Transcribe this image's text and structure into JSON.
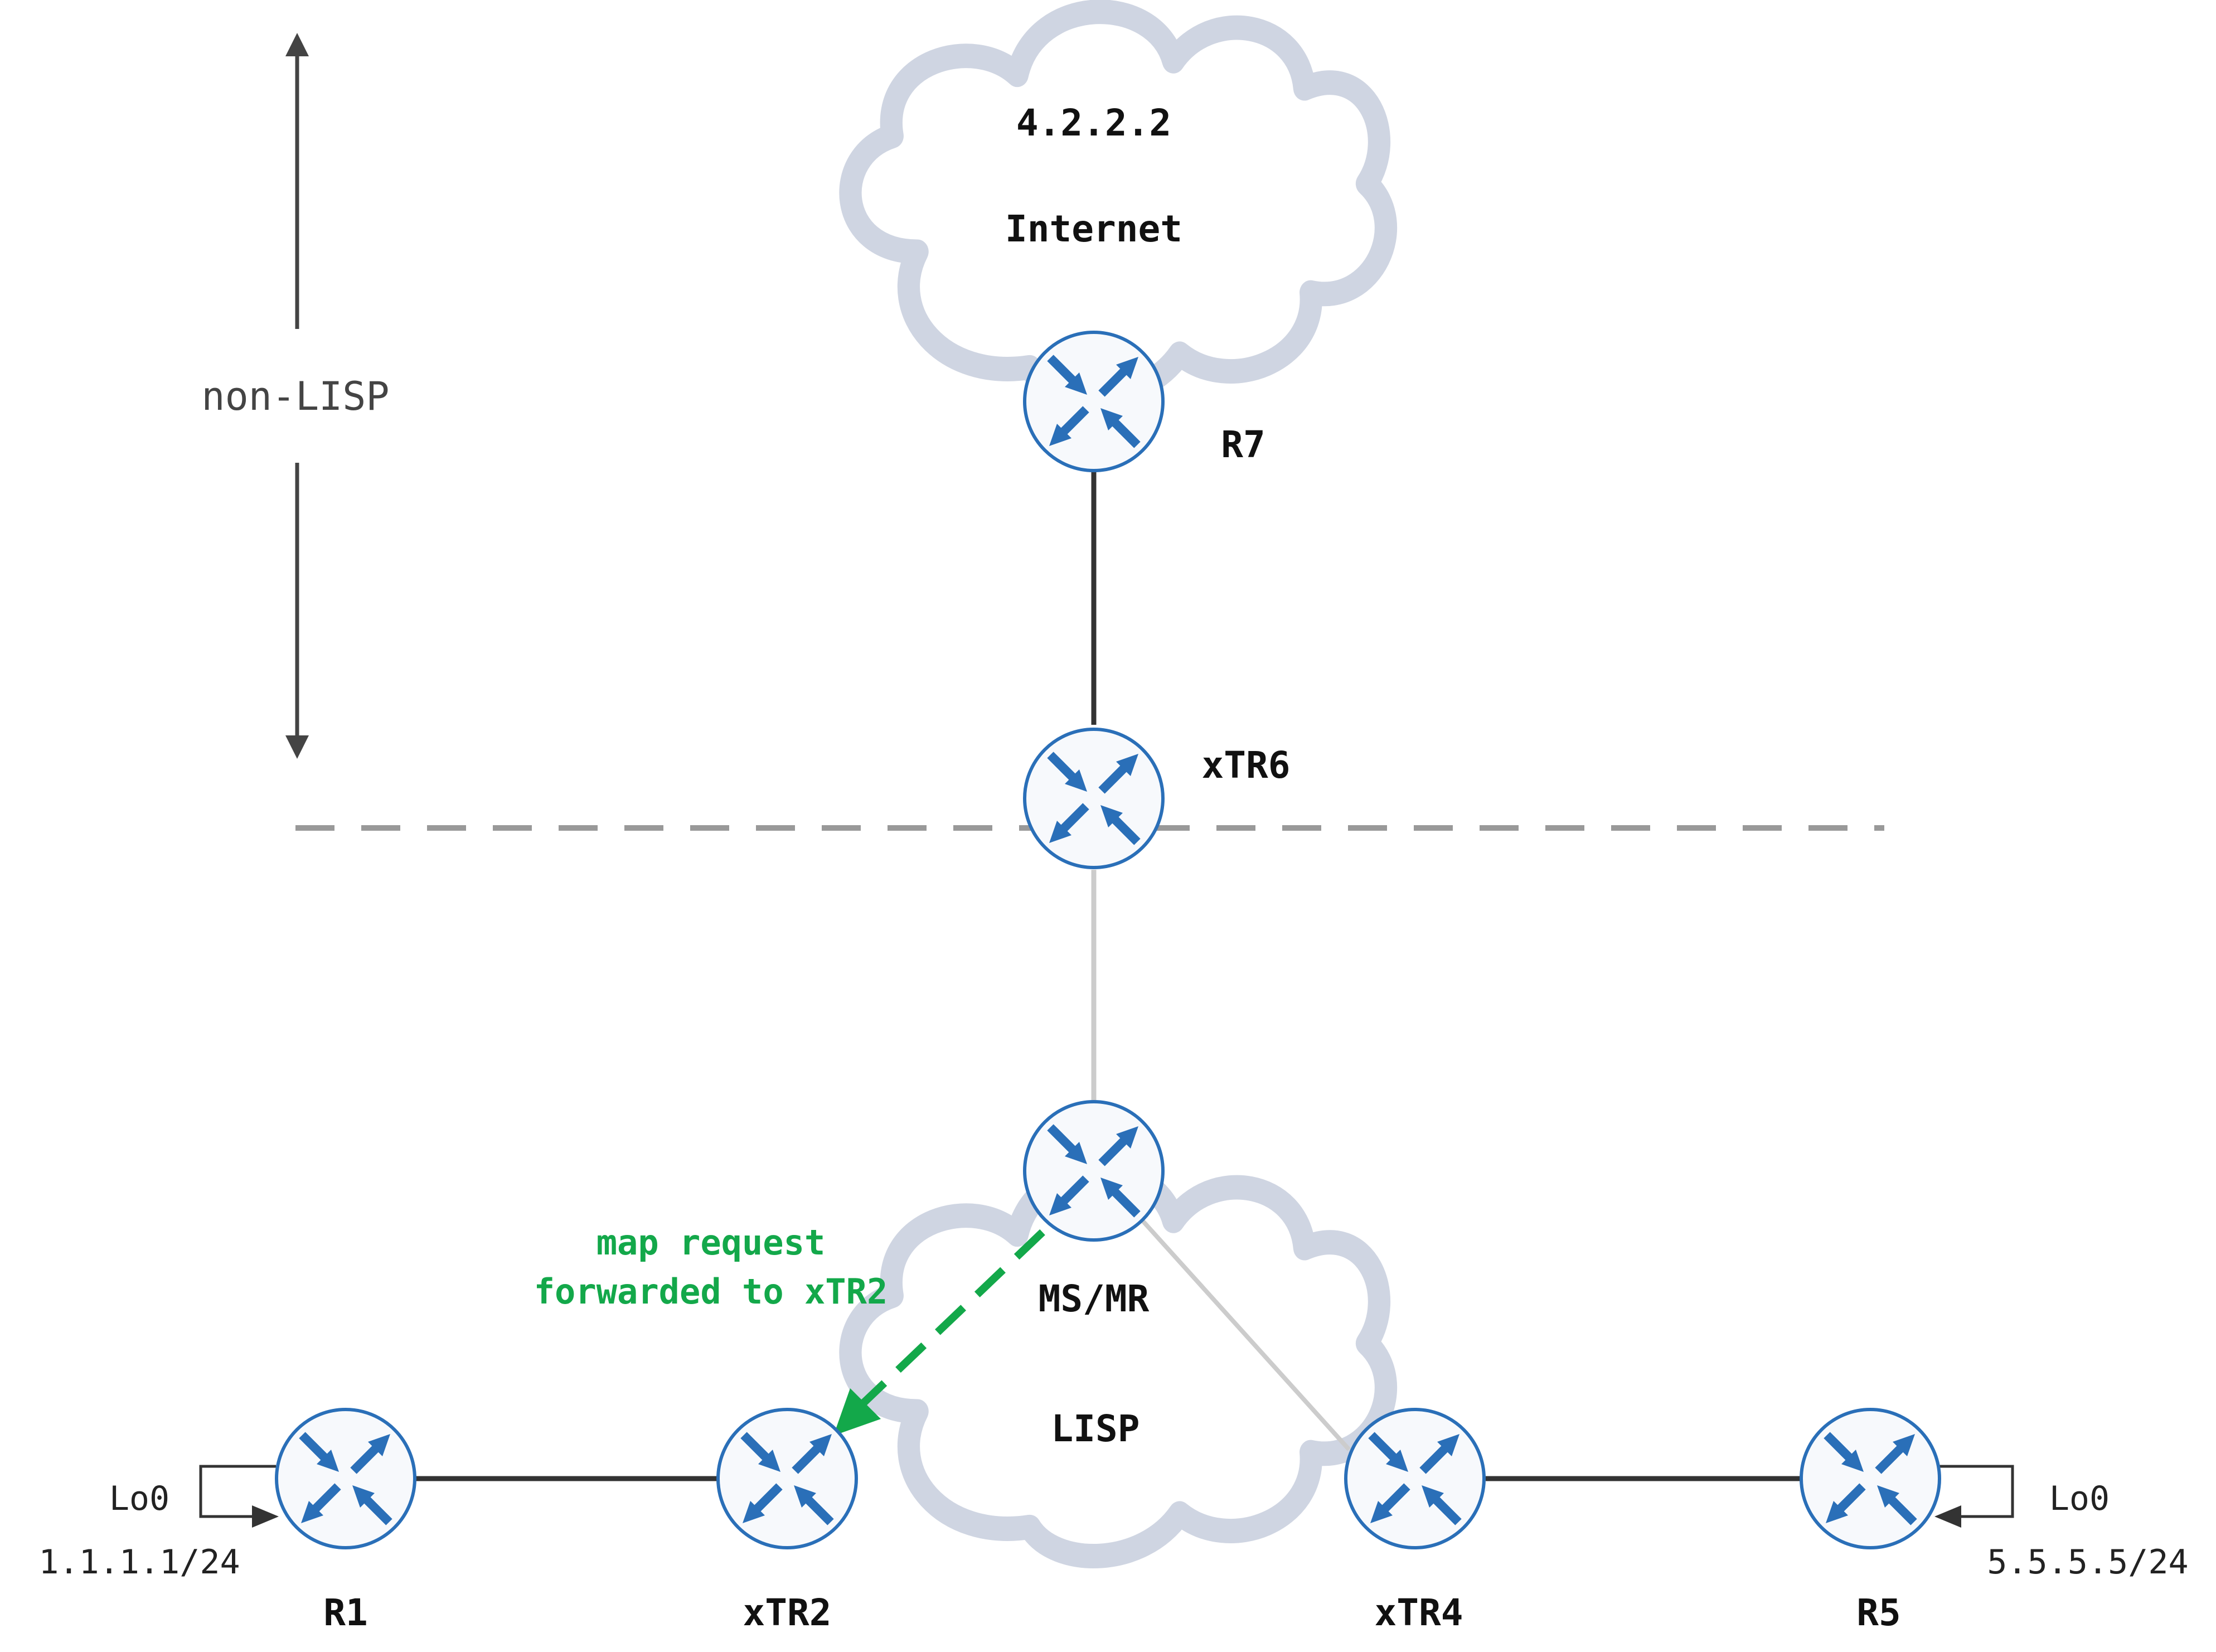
{
  "clouds": {
    "internet": {
      "label": "Internet",
      "address": "4.2.2.2"
    },
    "lisp": {
      "label": "LISP"
    }
  },
  "side_label": "non-LISP",
  "annotation": {
    "line1": "map request",
    "line2": "forwarded to xTR2"
  },
  "routers": {
    "r7": "R7",
    "xtr6": "xTR6",
    "msmr": "MS/MR",
    "r1": "R1",
    "xtr2": "xTR2",
    "xtr4": "xTR4",
    "r5": "R5"
  },
  "loopbacks": {
    "left": {
      "name": "Lo0",
      "address": "1.1.1.1/24"
    },
    "right": {
      "name": "Lo0",
      "address": "5.5.5.5/24"
    }
  },
  "colors": {
    "cloud_outline": "#cfd5e2",
    "router_arrow": "#2a6fb8",
    "router_border": "#2a6fb8",
    "router_fill": "#f7f9fc",
    "annotation_green": "#13a84a",
    "link_dark": "#333333",
    "link_light": "#cccccc",
    "boundary_dash": "#999999"
  }
}
